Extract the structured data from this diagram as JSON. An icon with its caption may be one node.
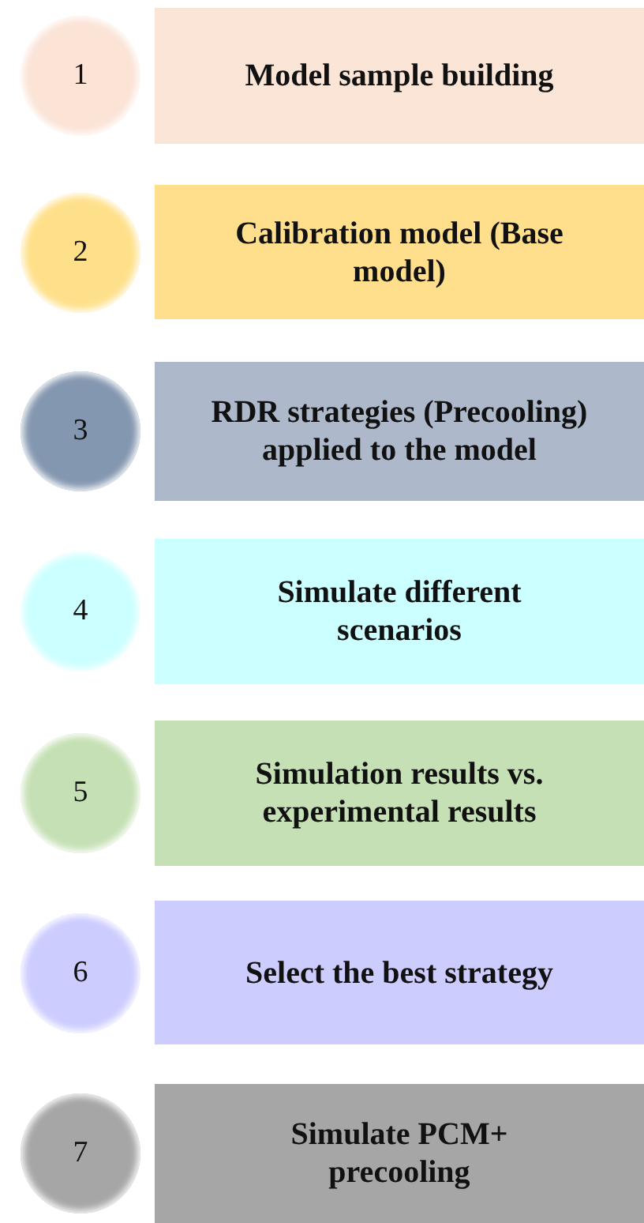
{
  "diagram": {
    "nodes": [
      {
        "text": [
          "1"
        ]
      },
      {
        "text": [
          "Model sample building"
        ]
      },
      {
        "text": [
          "2"
        ]
      },
      {
        "text": [
          "Calibration model (Base model)"
        ]
      },
      {
        "text": [
          "3"
        ]
      },
      {
        "text": [
          "RDR strategies (Precooling) applied to the model"
        ]
      },
      {
        "text": [
          "4"
        ]
      },
      {
        "text": [
          "Simulate different scenarios"
        ]
      },
      {
        "text": [
          "5"
        ]
      },
      {
        "text": [
          "Simulation results vs. experimental results"
        ]
      },
      {
        "text": [
          "6"
        ]
      },
      {
        "text": [
          "Select the best strategy"
        ]
      },
      {
        "text": [
          "7"
        ]
      },
      {
        "text": [
          "Simulate PCM+ precooling"
        ]
      }
    ]
  }
}
